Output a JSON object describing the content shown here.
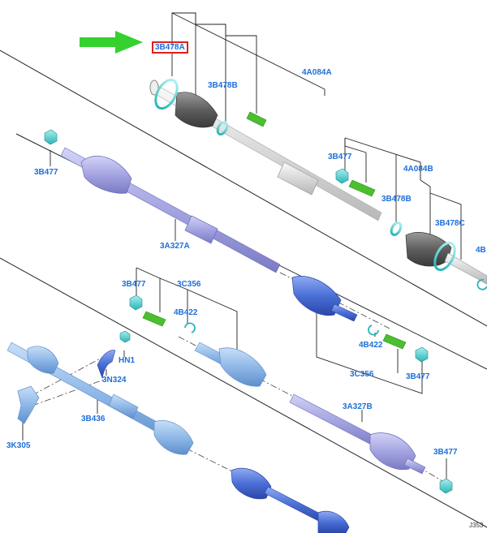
{
  "diagram": {
    "highlighted_part": "3B478A",
    "labels": {
      "p3b478a": "3B478A",
      "p4a084a": "4A084A",
      "p3b478b_top": "3B478B",
      "p3b477_a": "3B477",
      "p3b477_b": "3B477",
      "p4a084b": "4A084B",
      "p3b478b_mid": "3B478B",
      "p3b478c": "3B478C",
      "p4b_cut": "4B",
      "p3a327a": "3A327A",
      "p3b477_c": "3B477",
      "p3c356_a": "3C356",
      "p4b422_a": "4B422",
      "hn1": "HN1",
      "p3n324": "3N324",
      "p4b422_b": "4B422",
      "p3c356_b": "3C356",
      "p3b477_d": "3B477",
      "p3b436": "3B436",
      "p3k305": "3K305",
      "p3a327b": "3A327B",
      "p3b477_e": "3B477",
      "ref_code": "J353"
    },
    "colors": {
      "label": "#1e6fd9",
      "highlight_box": "#e0201b",
      "arrow": "#35d12f",
      "clamp": "#2ab5b5",
      "grease": "#4bbf2f",
      "blue_shaft": "#4a6fd6",
      "lavender_shaft": "#a9a9e6",
      "grey_shaft": "#e3e3e3",
      "light_blue_shaft": "#8fb8e8"
    }
  }
}
